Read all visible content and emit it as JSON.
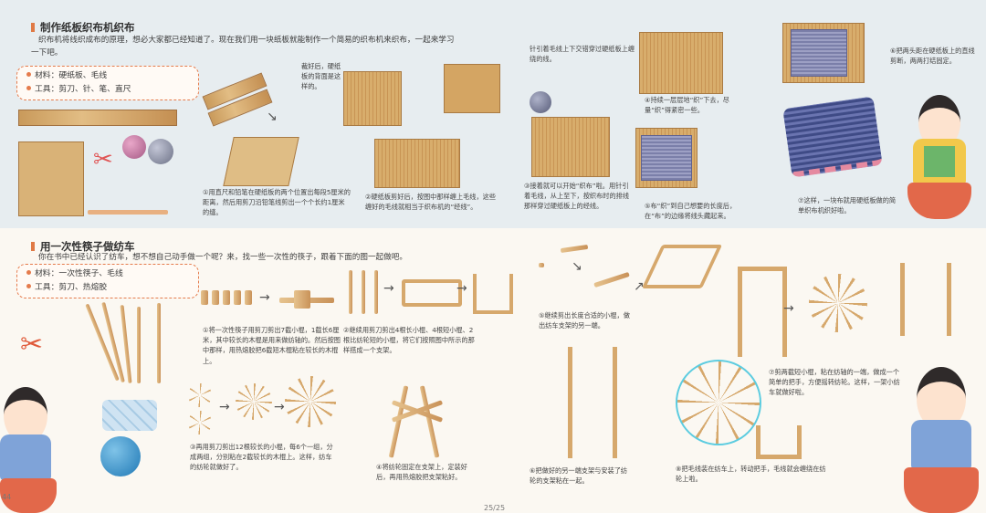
{
  "section1": {
    "title": "制作纸板织布机织布",
    "intro_line1": "织布机将线织成布的原理，想必大家都已经知道了。现在我们用一块纸板就能制作一个简易的织布机来织布，一起来学习",
    "intro_line2": "一下吧。",
    "materials": "材料：硬纸板、毛线",
    "tools": "工具：剪刀、针、笔、直尺",
    "note_cut": "裁好后，硬纸板的背面是这样的。",
    "step1": "①用直尺和铅笔在硬纸板的两个位置出每段5厘米的距离，然后用剪刀沿铅笔线剪出一个个长约1厘米的缝。",
    "step2": "②硬纸板剪好后，按图中那样缠上毛线，这些缠好的毛线就相当于织布机的“经线”。",
    "step3a": "针引着毛线上下交错穿过硬纸板上缠绕的线。",
    "step3": "③接着就可以开始“织布”啦。用针引着毛线，从上至下，按织布时的排线那样穿过硬纸板上的经线。",
    "step4": "④持续一层层地“织”下去，尽量“织”得紧密一些。",
    "step5": "⑤布“织”到自己想要的长度后，在“布”的边缘将线头藏起来。",
    "step6": "⑥把两头距在硬纸板上的直线剪断，两两打结固定。",
    "step7": "⑦这样，一块布就用硬纸板做的简单织布机织好啦。"
  },
  "section2": {
    "title": "用一次性筷子做纺车",
    "intro": "你在书中已经认识了纺车，想不想自己动手做一个呢？来，找一些一次性的筷子，跟着下面的图一起做吧。",
    "materials": "材料：一次性筷子、毛线",
    "tools": "工具：剪刀、热熔胶",
    "step1": "①将一次性筷子用剪刀剪出7截小棍，1截长6厘米，其中较长的木棍是用来做纺轴的。然后按图中那样，用热熔胶把6截短木棍粘在较长的木棍上。",
    "step2": "②继续用剪刀剪出4根长小棍、4根短小棍、2根比纺轮短的小棍，将它们按照图中所示的那样搭成一个支架。",
    "step3": "③再用剪刀剪出12根较长的小棍，每6个一组，分成两组，分别粘在2截较长的木棍上。这样，纺车的纺轮就做好了。",
    "step4": "④将纺轮固定在支架上，定装好后，再用热熔胶把支架粘好。",
    "step5": "⑤继续剪出长度合适的小棍，做出纺车支架的另一端。",
    "step6": "⑥把做好的另一端支架与安装了纺轮的支架粘在一起。",
    "step7": "⑦剪两截短小棍，粘在纺轴的一端，做成一个简单的把手，方便摇转纺轮。这样，一架小纺车就做好啦。",
    "step8": "⑧把毛线装在纺车上，转动把手，毛线就会缠绕在纺轮上啦。"
  },
  "footer": {
    "page_left": "44",
    "page_marker": "25/25"
  },
  "colors": {
    "accent": "#e57b4c",
    "top_band": "#e7edf0",
    "wood": "#d8ad6c",
    "weave": "#7b7fa9"
  }
}
